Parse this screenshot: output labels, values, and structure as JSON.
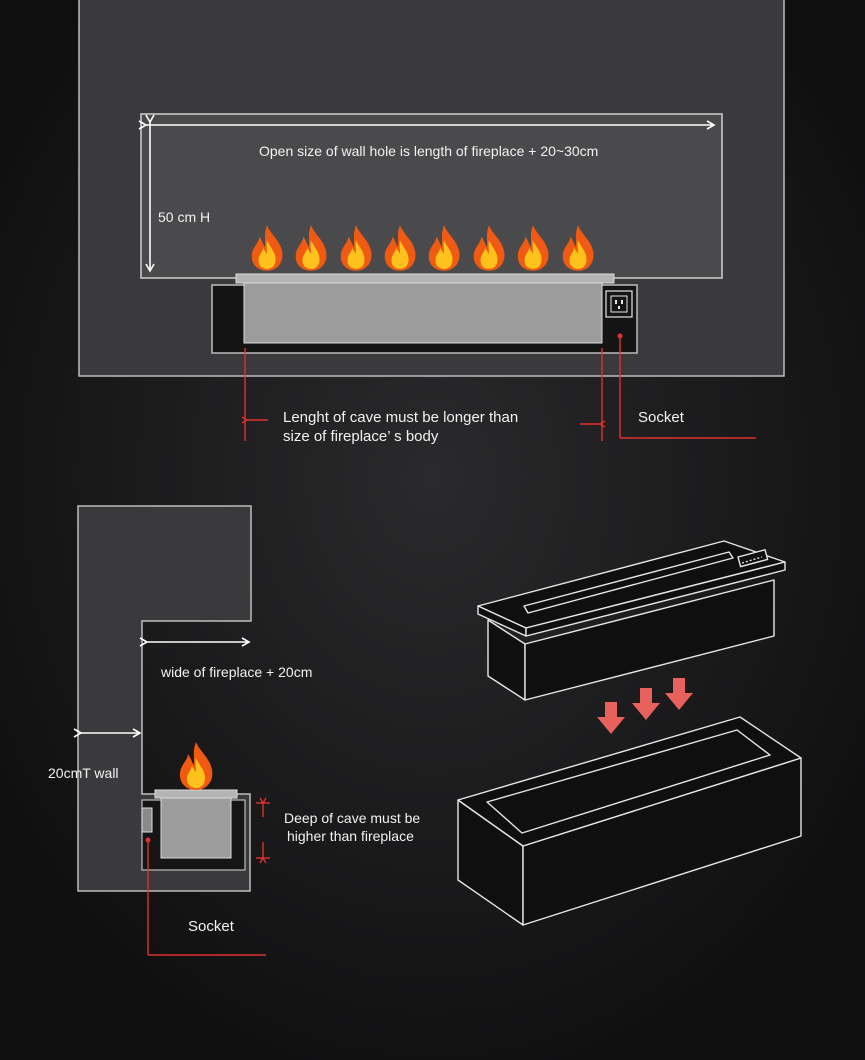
{
  "top_view": {
    "hole_label": "Open size of wall hole is length of fireplace + 20~30cm",
    "height_label": "50 cm H",
    "cave_label_line1": "Lenght of cave must be longer than",
    "cave_label_line2": "size of fireplace’ s body",
    "socket_label": "Socket"
  },
  "side_view": {
    "wide_label": "wide of fireplace + 20cm",
    "wall_label": "20cmT wall",
    "deep_label_line1": "Deep of cave must be",
    "deep_label_line2": "higher than fireplace",
    "socket_label": "Socket"
  },
  "colors": {
    "background": "#0f0f10",
    "wall": "#3a3a3c",
    "hole": "#4a4a4c",
    "fireplace_body": "#9c9c9c",
    "accent_red": "#e0312e",
    "flame_outer": "#f05a12",
    "flame_inner": "#ffc21c"
  }
}
